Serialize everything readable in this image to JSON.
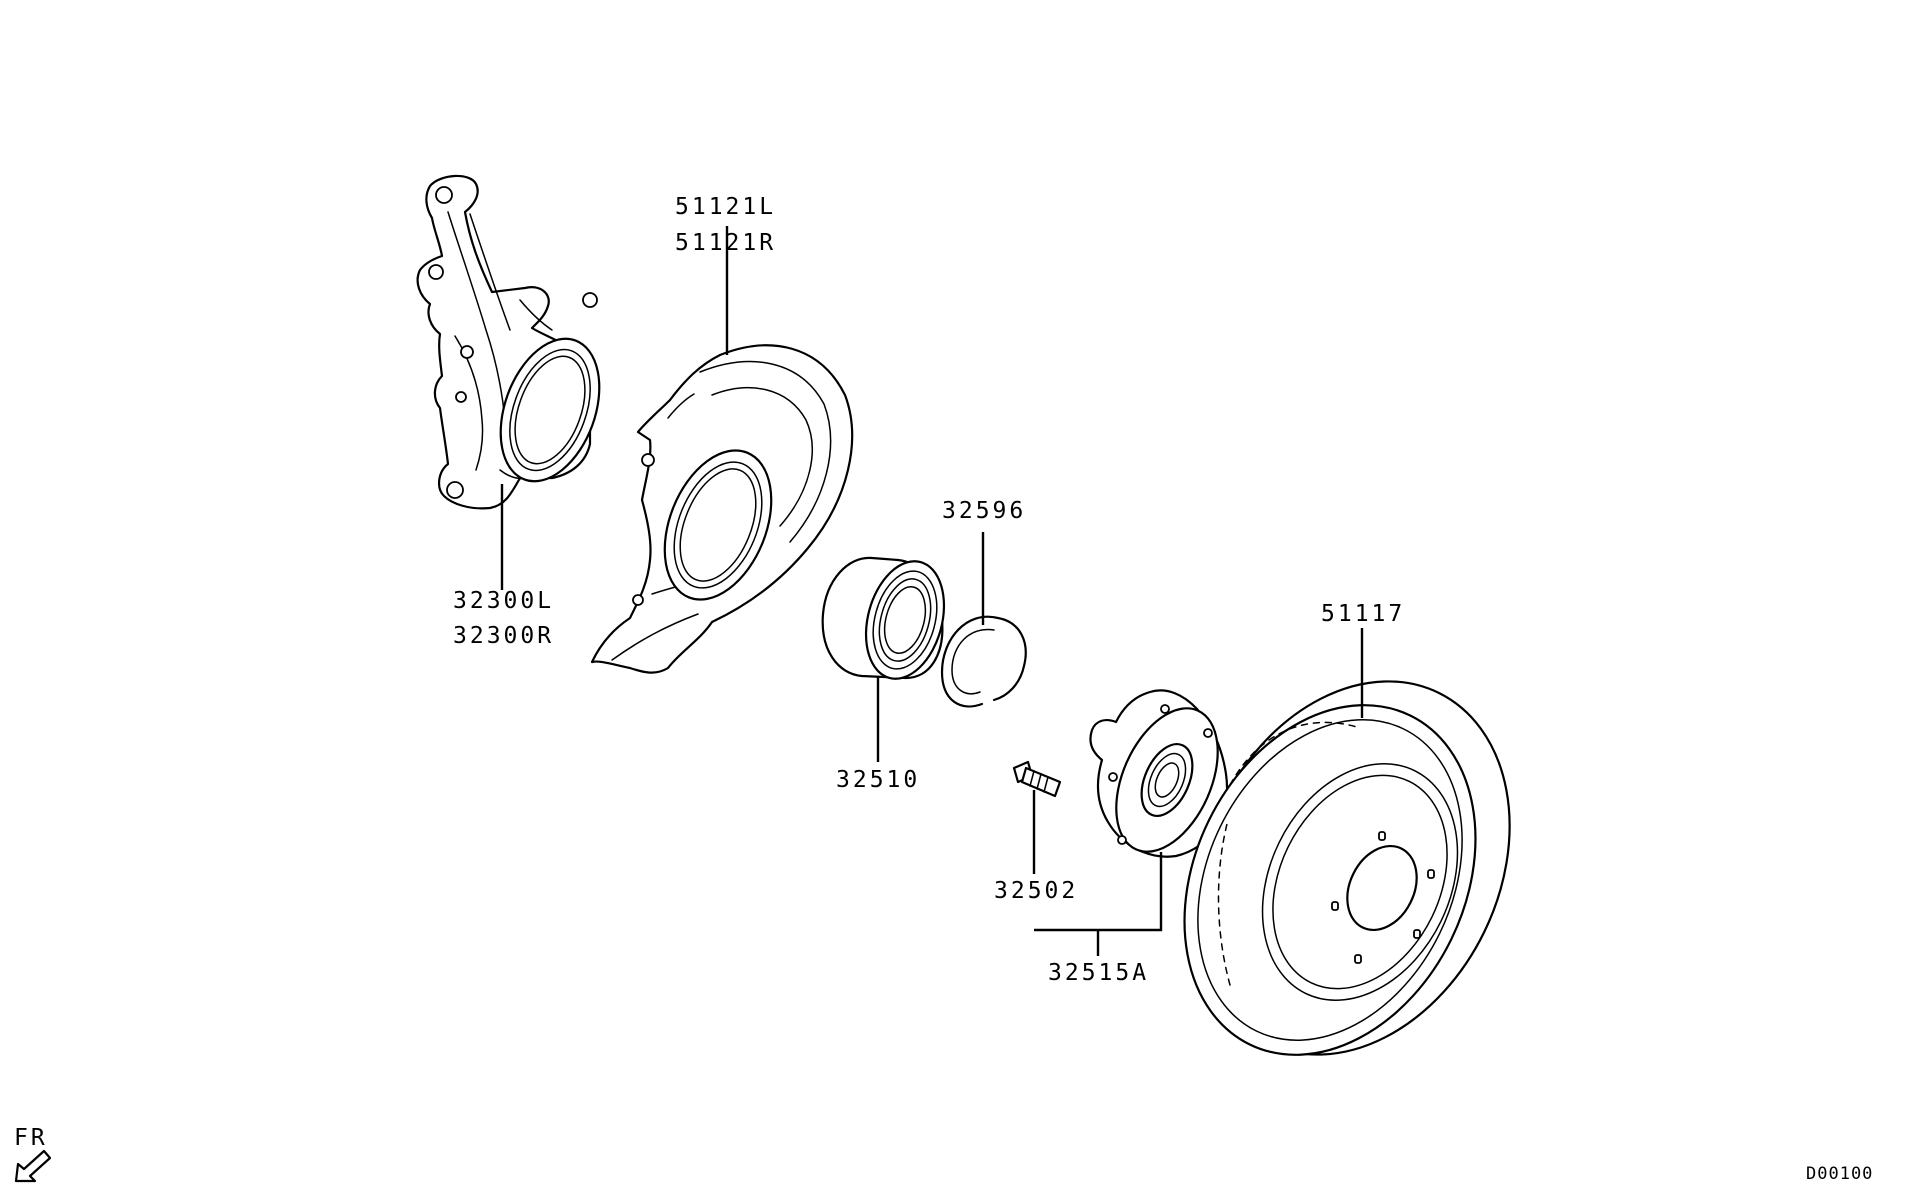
{
  "labels": {
    "shield_left": "51121L",
    "shield_right": "51121R",
    "knuckle_left": "32300L",
    "knuckle_right": "32300R",
    "snap_ring": "32596",
    "bearing": "32510",
    "rotor": "51117",
    "hub_bolt": "32502",
    "hub_assembly": "32515A",
    "direction": "FR",
    "diagram_code": "D00100"
  },
  "icons": {
    "direction_arrow": "front-direction-arrow-icon"
  },
  "colors": {
    "line": "#000000",
    "background": "#ffffff"
  }
}
